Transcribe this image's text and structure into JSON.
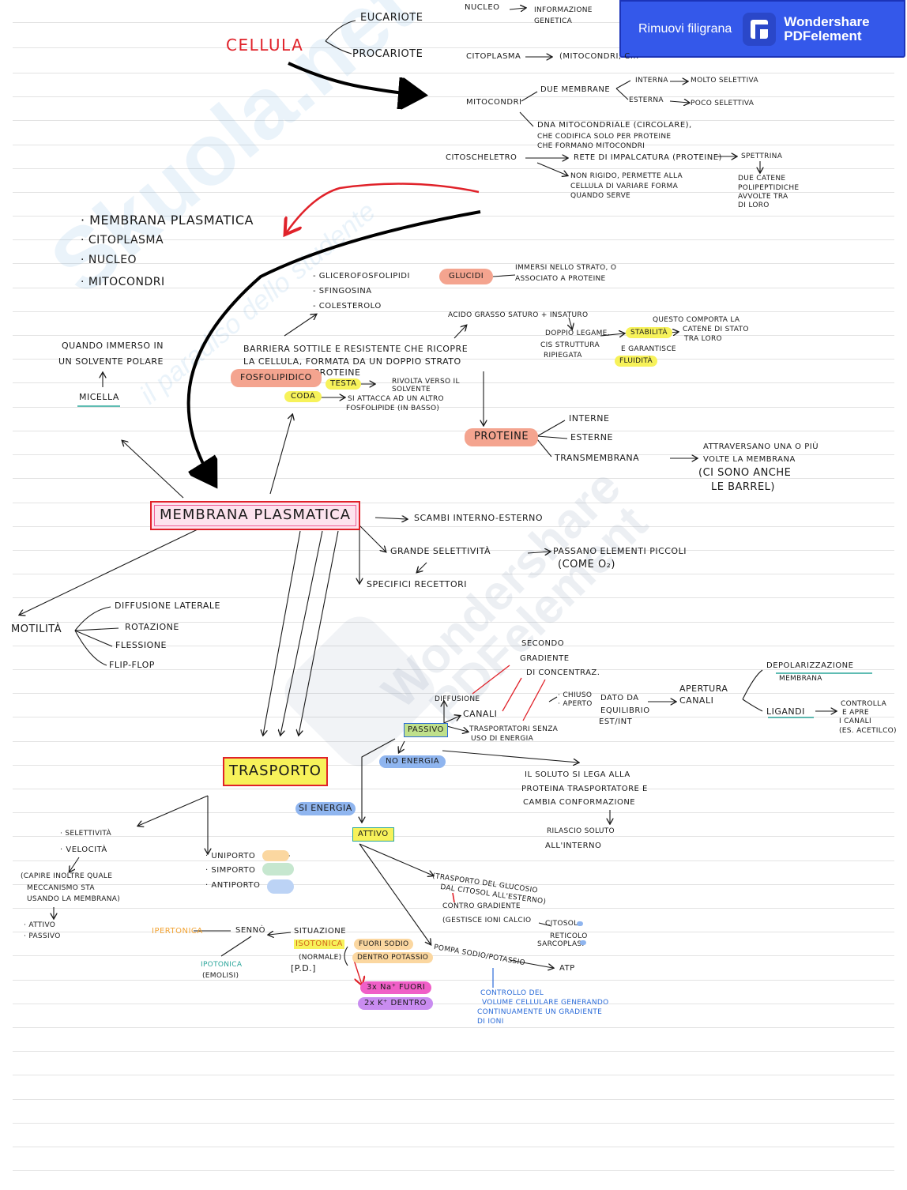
{
  "watermark_banner": {
    "remove_label": "Rimuovi filigrana",
    "brand_line1": "Wondershare",
    "brand_line2": "PDFelement"
  },
  "background_watermarks": {
    "skuola_name": "Skuola.net",
    "skuola_tagline": "il paradiso dello studente",
    "pdf_line1": "Wondershare",
    "pdf_line2": "PDFelement"
  },
  "cellula": {
    "title": "CELLULA",
    "eucariote": "EUCARIOTE",
    "procariote": "PROCARIOTE",
    "nucleo": "NUCLEO",
    "nucleo_info_1": "INFORMAZIONE",
    "nucleo_info_2": "GENETICA",
    "citoplasma": "CITOPLASMA",
    "citoplasma_detail": "(MITOCONDRI, C...",
    "mitocondri": "MITOCONDRI",
    "due_membrane": "DUE MEMBRANE",
    "interna": "INTERNA",
    "interna_detail": "MOLTO SELETTIVA",
    "esterna": "ESTERNA",
    "esterna_detail": "POCO SELETTIVA",
    "dna_1": "DNA MITOCONDRIALE (CIRCOLARE),",
    "dna_2": "CHE CODIFICA SOLO PER PROTEINE",
    "dna_3": "CHE FORMANO MITOCONDRI",
    "citoscheletro": "CITOSCHELETRO",
    "rete": "RETE DI IMPALCATURA (PROTEINE)",
    "spettrina": "SPETTRINA",
    "spettrina_1": "DUE CATENE",
    "spettrina_2": "POLIPEPTIDICHE",
    "spettrina_3": "AVVOLTE TRA",
    "spettrina_4": "DI LORO",
    "non_rigido_1": "NON RIGIDO, PERMETTE ALLA",
    "non_rigido_2": "CELLULA DI VARIARE FORMA",
    "non_rigido_3": "QUANDO SERVE"
  },
  "elenco": {
    "item1": "· MEMBRANA PLASMATICA",
    "item2": "· CITOPLASMA",
    "item3": "· NUCLEO",
    "item4": "· MITOCONDRI"
  },
  "membrana": {
    "title": "MEMBRANA PLASMATICA",
    "glicero": "- GLICEROFOSFOLIPIDI",
    "sfingo": "- SFINGOSINA",
    "colest": "- COLESTEROLO",
    "glucidi": "GLUCIDI",
    "glucidi_detail_1": "IMMERSI NELLO STRATO, O",
    "glucidi_detail_2": "ASSOCIATO A PROTEINE",
    "acidi": "ACIDO GRASSO SATURO + INSATURO",
    "doppi_1": "DOPPIO LEGAME,",
    "doppi_2": "CIS STRUTTURA",
    "doppi_3": "RIPIEGATA",
    "stabile": "QUESTO COMPORTA LA",
    "stabile_2": "STABILITÀ",
    "stabile_3": "CATENE DI STATO",
    "stabile_4": "TRA LORO",
    "garantisce": "E GARANTISCE",
    "fluidita": "FLUIDITÀ",
    "quando_1": "QUANDO IMMERSO IN",
    "quando_2": "UN SOLVENTE POLARE",
    "micella": "MICELLA",
    "barriera_1": "BARRIERA SOTTILE E RESISTENTE CHE RICOPRE",
    "barriera_2": "LA CELLULA, FORMATA DA UN DOPPIO STRATO",
    "barriera_3": "E PROTEINE",
    "fosfolipidico": "FOSFOLIPIDICO",
    "testa": "TESTA",
    "testa_detail_1": "RIVOLTA VERSO IL",
    "testa_detail_2": "SOLVENTE",
    "coda": "CODA",
    "coda_detail_1": "SI ATTACCA AD UN ALTRO",
    "coda_detail_2": "FOSFOLIPIDE (IN BASSO)",
    "proteine": "PROTEINE",
    "interne": "INTERNE",
    "esterne": "ESTERNE",
    "transmembrana": "TRANSMEMBRANA",
    "attraversano_1": "ATTRAVERSANO UNA O PIÙ",
    "attraversano_2": "VOLTE LA MEMBRANA",
    "barrel_1": "(CI SONO ANCHE",
    "barrel_2": "LE BARREL)",
    "scambi": "SCAMBI INTERNO-ESTERNO",
    "grande": "GRANDE SELETTIVITÀ",
    "passano": "PASSANO ELEMENTI PICCOLI",
    "passano_2": "(COME O₂)",
    "specifici": "SPECIFICI RECETTORI",
    "motilita": "MOTILITÀ",
    "diffusione_lat": "DIFFUSIONE LATERALE",
    "rotazione": "ROTAZIONE",
    "flessione": "FLESSIONE",
    "flipflop": "FLIP-FLOP"
  },
  "trasporto": {
    "title": "TRASPORTO",
    "secondo_1": "SECONDO",
    "secondo_2": "GRADIENTE",
    "secondo_3": "DI CONCENTRAZ.",
    "depol_1": "DEPOLARIZZAZIONE",
    "depol_2": "MEMBRANA",
    "diffusione": "DIFFUSIONE",
    "canali": "CANALI",
    "chiuso": "· CHIUSO",
    "aperto": "· APERTO",
    "dato_1": "DATO DA",
    "dato_2": "EQUILIBRIO",
    "dato_3": "EST/INT",
    "apertura_1": "APERTURA",
    "apertura_2": "CANALI",
    "ligandi": "LIGANDI",
    "controlla_1": "CONTROLLA",
    "controlla_2": "E APRE",
    "controlla_3": "I CANALI",
    "controlla_4": "(ES. ACETILCO)",
    "passivo": "PASSIVO",
    "trasportatori_1": "TRASPORTATORI SENZA",
    "trasportatori_2": "USO DI ENERGIA",
    "no_energia": "NO ENERGIA",
    "soluto_1": "IL SOLUTO SI LEGA ALLA",
    "soluto_2": "PROTEINA TRASPORTATORE E",
    "soluto_3": "CAMBIA CONFORMAZIONE",
    "rilascio_1": "RILASCIO SOLUTO",
    "rilascio_2": "ALL'INTERNO",
    "si_energia": "SI ENERGIA",
    "attivo": "ATTIVO",
    "selettivita": "· SELETTIVITÀ",
    "velocita": "· VELOCITÀ",
    "capire_1": "(CAPIRE INOLTRE QUALE",
    "capire_2": "MECCANISMO STA",
    "capire_3": "USANDO LA MEMBRANA)",
    "attivo_small": "· ATTIVO",
    "passivo_small": "· PASSIVO",
    "uniporto": "· UNIPORTO",
    "simporto": "· SIMPORTO",
    "antiporto": "· ANTIPORTO",
    "glucosio_1": "(TRASPORTO DEL GLUCOSIO",
    "glucosio_2": "DAL CITOSOL ALL'ESTERNO)",
    "contro_1": "CONTRO GRADIENTE",
    "contro_2": "(GESTISCE IONI CALCIO",
    "citosol": "CITOSOL",
    "reticolo_1": "RETICOLO",
    "reticolo_2": "SARCOPLAS.",
    "ipertonica": "IPERTONICA",
    "senno": "SENNÒ",
    "situazione": "SITUAZIONE",
    "isotonica": "ISOTONICA",
    "normale": "(NORMALE)",
    "pd": "[P.D.]",
    "ipotonica_1": "IPOTONICA",
    "ipotonica_2": "(EMOLISI)",
    "fuori_1": "FUORI SODIO",
    "fuori_2": "DENTRO POTASSIO",
    "na": "3x Na⁺ FUORI",
    "k": "2x K⁺ DENTRO",
    "pompa": "POMPA SODIO/POTASSIO",
    "atp": "ATP",
    "controllo_1": "CONTROLLO DEL",
    "controllo_2": "VOLUME CELLULARE GENERANDO",
    "controllo_3": "CONTINUAMENTE UN GRADIENTE",
    "controllo_4": "DI IONI"
  },
  "colors": {
    "red_title": "#e0222a",
    "pink_box": "#f0609a",
    "salmon": "#f4a48f",
    "yellow": "#f7f25a",
    "blue_hl": "#8fb5ef",
    "green_hl": "#bfe08b",
    "teal": "#2aa59a",
    "orange": "#f2a231",
    "magenta": "#f05fc7",
    "violet": "#c98cf0",
    "blue_text": "#2a6bd8"
  }
}
